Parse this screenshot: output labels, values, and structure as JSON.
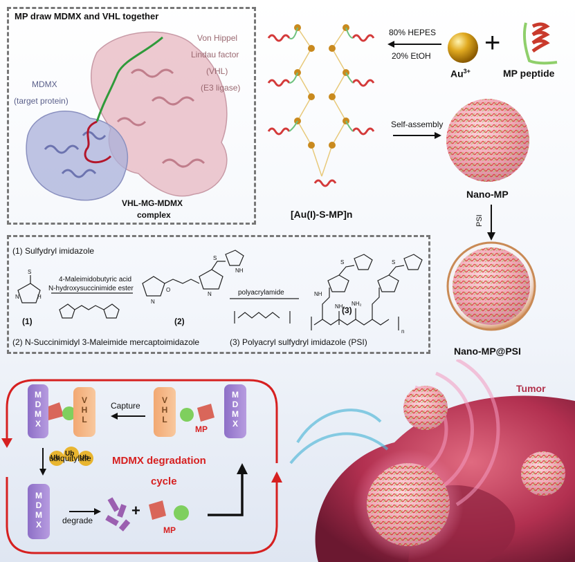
{
  "panel_a": {
    "title": "MP draw MDMX and VHL together",
    "vhl_label": [
      "Von Hippel",
      "Lindau factor",
      "(VHL)",
      "(E3 ligase)"
    ],
    "mdmx_label": [
      "MDMX",
      "(target protein)"
    ],
    "complex_label": [
      "VHL-MG-MDMX",
      "complex"
    ]
  },
  "panel_b": {
    "cond1": "80% HEPES",
    "cond2": "20% EtOH",
    "au_label": "Au",
    "au_sup": "3+",
    "plus": "+",
    "peptide_label": "MP peptide",
    "polymer_label": "[Au(I)-S-MP]n",
    "self_assembly": "Self-assembly",
    "nano_mp": "Nano-MP",
    "psi": "PSI",
    "nano_mp_psi": "Nano-MP@PSI"
  },
  "panel_c": {
    "heading": "(1) Sulfydryl imidazole",
    "reagent1": "4-Maleimidobutyric acid",
    "reagent2": "N-hydroxysuccinimide ester",
    "reagent3": "polyacrylamide",
    "num1": "(1)",
    "num2": "(2)",
    "num3": "(3)",
    "caption2": "(2) N-Succinimidyl 3-Maleimide mercaptoimidazole",
    "caption3": "(3) Polyacryl sulfydryl imidazole (PSI)",
    "atoms": {
      "S": "S",
      "N": "N",
      "H": "H",
      "O": "O",
      "NH": "NH",
      "NH2": "NH₂",
      "n": "n"
    }
  },
  "panel_d": {
    "tumor": "Tumor",
    "capture": "Capture",
    "ubiquitylate": "ubiquitylate",
    "ub": "Ub",
    "cycle_title": "MDMX degradation",
    "cycle_sub": "cycle",
    "degrade": "degrade",
    "mp": "MP",
    "plus": "+",
    "mdmx_letters": [
      "M",
      "D",
      "M",
      "X"
    ],
    "vhl_letters": [
      "V",
      "H",
      "L"
    ]
  },
  "colors": {
    "red_cycle": "#d62020",
    "mdmx_purple": "#9b7fd0",
    "vhl_orange": "#f4b483",
    "gold": "#d4a017",
    "tumor_red": "#c0304a"
  }
}
